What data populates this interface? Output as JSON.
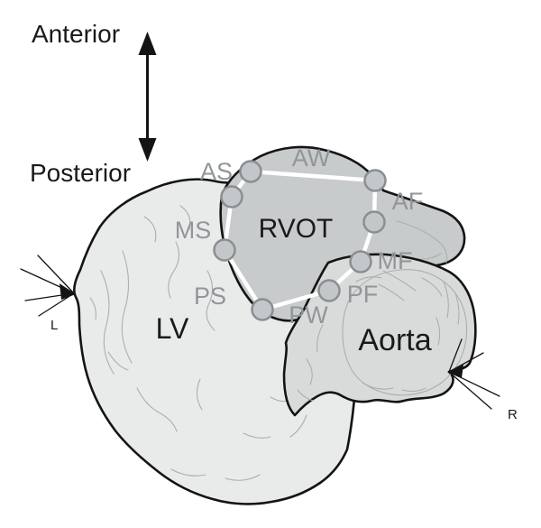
{
  "orientation": {
    "top_label": "Anterior",
    "bottom_label": "Posterior"
  },
  "regions": {
    "rvot": "RVOT",
    "lv": "LV",
    "aorta": "Aorta"
  },
  "segment_labels": {
    "as": "AS",
    "aw": "AW",
    "af": "AF",
    "ms": "MS",
    "mf": "MF",
    "ps": "PS",
    "pf": "PF",
    "pw": "PW"
  },
  "side_markers": {
    "left": "L",
    "right": "R"
  },
  "colors": {
    "background": "#ffffff",
    "outline": "#141414",
    "lv_fill": "#e9ebeb",
    "rvot_fill": "#c8cbcb",
    "aorta_fill": "#d9dbdb",
    "texture_line": "#a9afb1",
    "polygon_stroke": "#ffffff",
    "node_fill": "#c3c7c9",
    "node_stroke": "#898f92",
    "segment_label_color": "#919699",
    "text_color": "#1a1a1a"
  }
}
